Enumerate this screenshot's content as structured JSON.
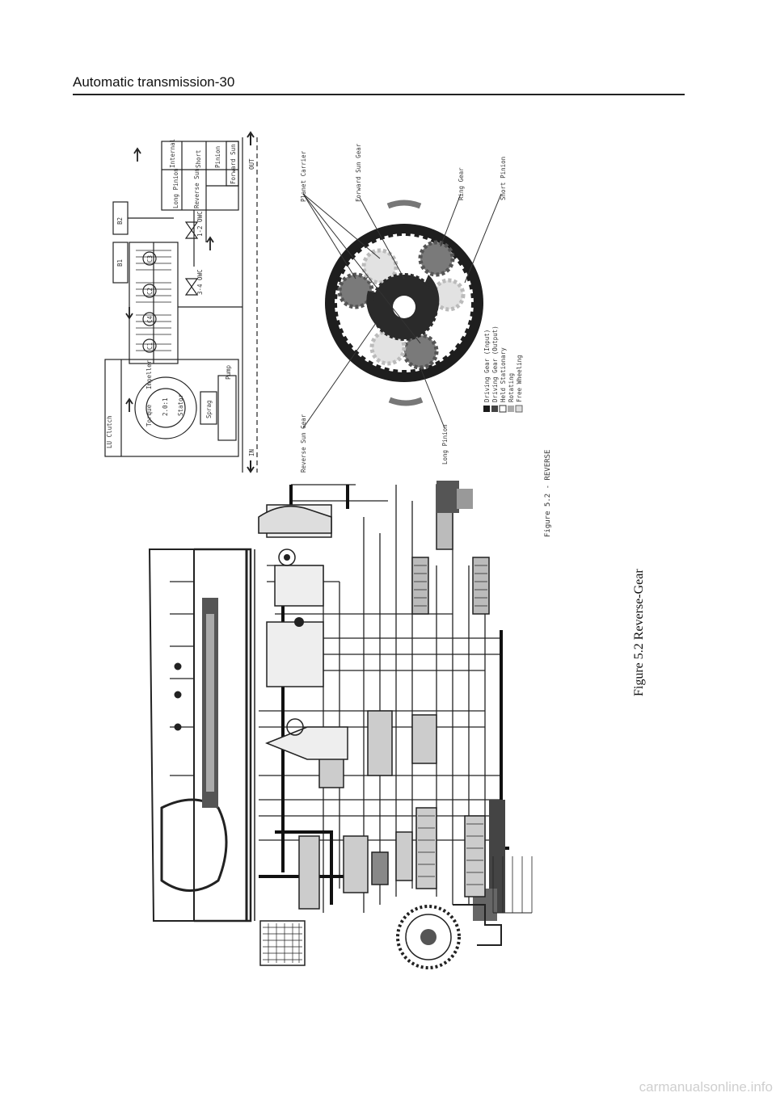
{
  "page": {
    "header": "Automatic transmission-30",
    "caption": "Figure 5.2   Reverse-Gear",
    "watermark": "carmanualsonline.info"
  },
  "block_diagram": {
    "blocks": {
      "lu_clutch": "LU Clutch",
      "torque": "Torque",
      "impeller": "Impeller",
      "tc": "2.0:1",
      "stator": "Stator",
      "sprag": "Sprag",
      "pump": "Pump",
      "b1": "B1",
      "b2": "B2",
      "c1": "C1",
      "c2": "C2",
      "c3": "C3",
      "c4": "C4",
      "one_way_1": "1-2 OWC",
      "one_way_2": "3-4 OWC",
      "reverse_sun": "Reverse Sun",
      "long_pinion": "Long Pinion",
      "short": "Short",
      "pinion": "Pinion",
      "internal": "Internal",
      "forward_sun": "Forward Sun",
      "in_label": "IN",
      "out_label": "OUT"
    }
  },
  "gear_diagram": {
    "labels": {
      "planet_carrier": "Planet Carrier",
      "forward_sun_gear": "Forward Sun Gear",
      "ring_gear": "Ring Gear",
      "short_pinion": "Short Pinion",
      "reverse_sun_gear": "Reverse Sun Gear",
      "long_pinion": "Long Pinion"
    },
    "legend": [
      "Driving Gear (Input)",
      "Driving Gear (Output)",
      "Held Stationary",
      "Rotating",
      "Free Wheeling"
    ],
    "figure_title": "Figure 5.2 - REVERSE"
  },
  "colors": {
    "ink": "#111111",
    "gear_dark": "#2a2a2a",
    "gear_mid": "#7a7a7a",
    "gear_light": "#d5d5d5"
  }
}
